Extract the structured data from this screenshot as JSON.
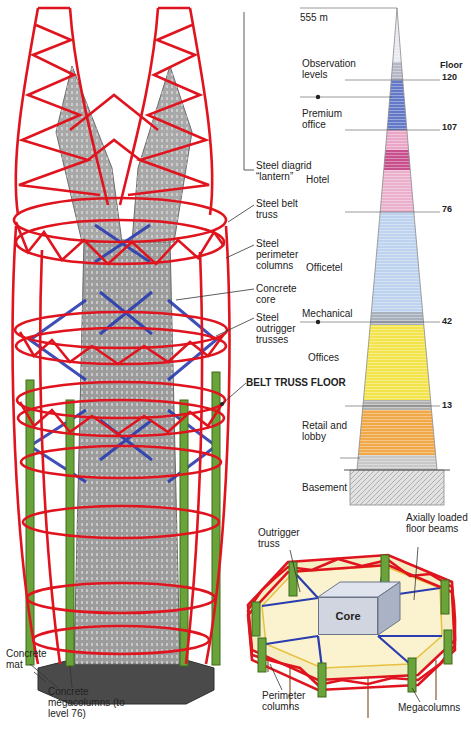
{
  "diagram": {
    "nodes": [
      {
        "text": [
          "Core"
        ]
      }
    ],
    "labels": [
      "555 m",
      "Steel diagrid “lantern”",
      "Observation levels",
      "Floor",
      "120",
      "Premium office",
      "107",
      "Hotel",
      "Steel belt truss",
      "76",
      "Steel perimeter columns",
      "Officetel",
      "Concrete core",
      "Mechanical",
      "42",
      "Steel outrigger trusses",
      "Offices",
      "BELT TRUSS FLOOR",
      "13",
      "Retail and lobby",
      "Basement",
      "Outrigger truss",
      "Axially loaded floor beams",
      "Perimeter columns",
      "Megacolumns",
      "Concrete mat",
      "Concrete megacolumns (to level 76)"
    ]
  }
}
